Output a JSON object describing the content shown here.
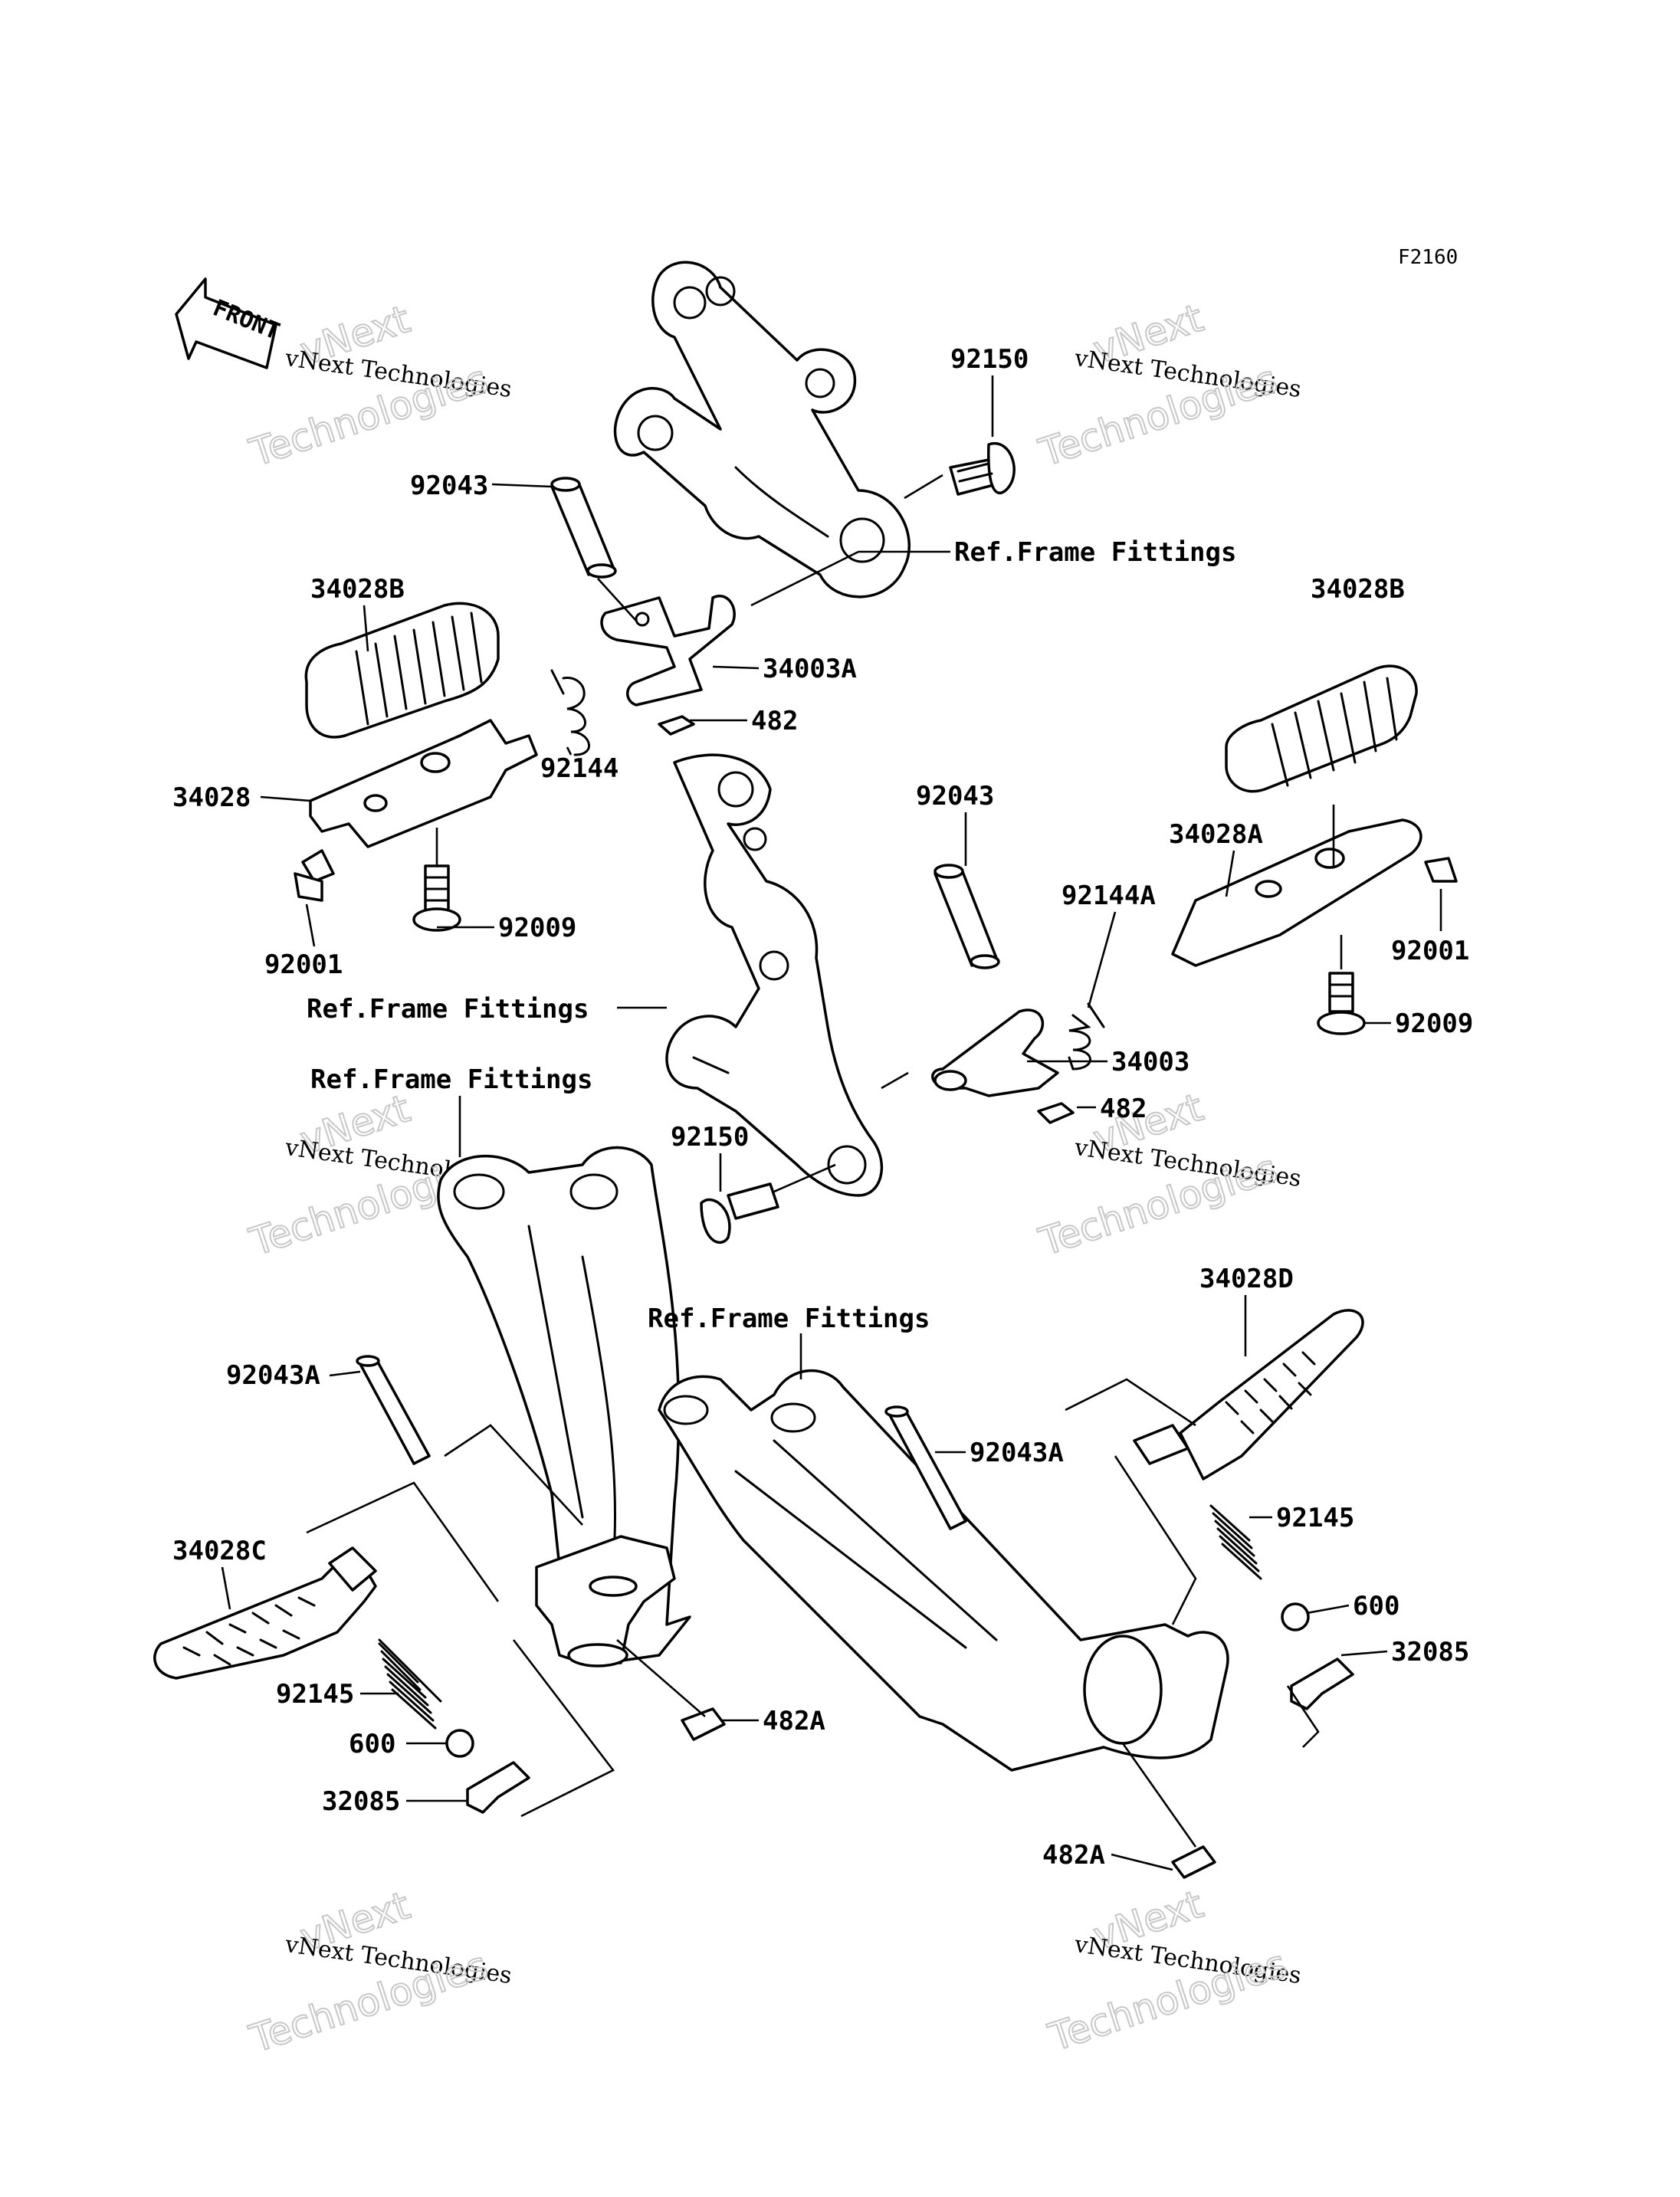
{
  "figure_code": "F2160",
  "front_label": "FRONT",
  "watermark": {
    "line1": "vNext",
    "line2": "vNext Technologies",
    "line3": "Technologies"
  },
  "labels": {
    "p92150_top": "92150",
    "ref_top": "Ref.Frame Fittings",
    "p92043_top": "92043",
    "p34028B_left": "34028B",
    "p34028B_right": "34028B",
    "p34003A": "34003A",
    "p482_top": "482",
    "p92144": "92144",
    "p34028": "34028",
    "p92009_left": "92009",
    "p92001_left": "92001",
    "p92043_mid": "92043",
    "p34028A": "34028A",
    "p92144A": "92144A",
    "p92001_right": "92001",
    "p92009_right": "92009",
    "ref_mid": "Ref.Frame Fittings",
    "p34003": "34003",
    "p482_mid": "482",
    "p92150_mid": "92150",
    "ref_lower_left": "Ref.Frame Fittings",
    "ref_lower_right": "Ref.Frame Fittings",
    "p34028D": "34028D",
    "p92043A_left": "92043A",
    "p92043A_right": "92043A",
    "p92145_right": "92145",
    "p34028C": "34028C",
    "p600_right": "600",
    "p32085_right": "32085",
    "p92145_left": "92145",
    "p482A_left": "482A",
    "p600_left": "600",
    "p32085_left": "32085",
    "p482A_right": "482A"
  }
}
